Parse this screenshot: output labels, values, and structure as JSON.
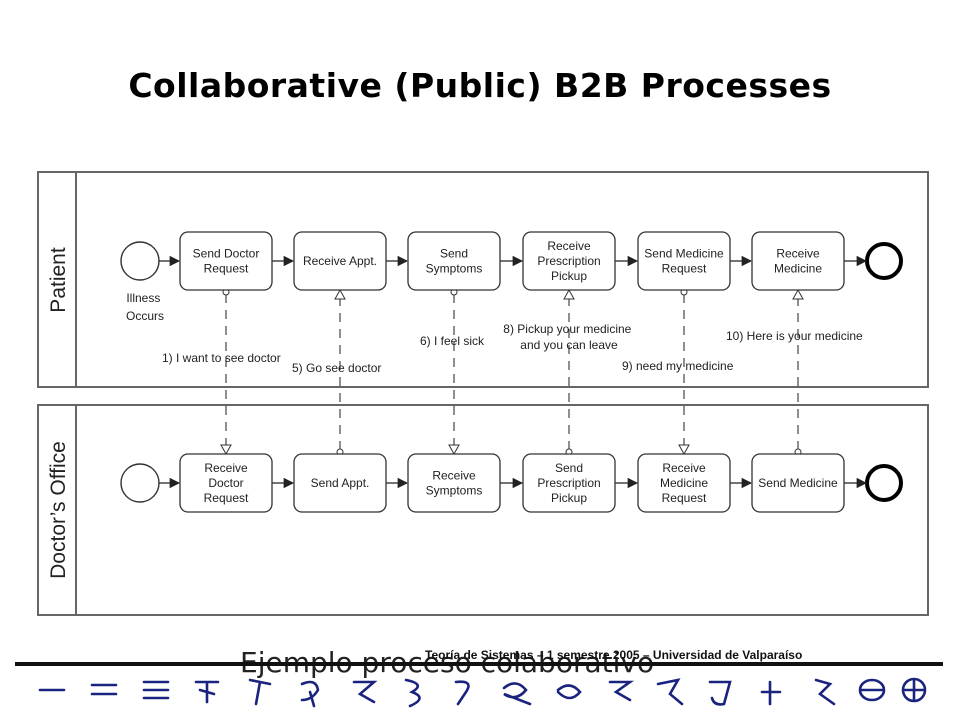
{
  "title": "Collaborative (Public) B2B Processes",
  "lanes": {
    "patient": "Patient",
    "office": "Doctor’s Office"
  },
  "patient_tasks": [
    {
      "lines": [
        "Send Doctor",
        "Request"
      ]
    },
    {
      "lines": [
        "Receive Appt."
      ]
    },
    {
      "lines": [
        "Send",
        "Symptoms"
      ]
    },
    {
      "lines": [
        "Receive",
        "Prescription",
        "Pickup"
      ]
    },
    {
      "lines": [
        "Send Medicine",
        "Request"
      ]
    },
    {
      "lines": [
        "Receive",
        "Medicine"
      ]
    }
  ],
  "office_tasks": [
    {
      "lines": [
        "Receive",
        "Doctor",
        "Request"
      ]
    },
    {
      "lines": [
        "Send Appt."
      ]
    },
    {
      "lines": [
        "Receive",
        "Symptoms"
      ]
    },
    {
      "lines": [
        "Send",
        "Prescription",
        "Pickup"
      ]
    },
    {
      "lines": [
        "Receive",
        "Medicine",
        "Request"
      ]
    },
    {
      "lines": [
        "Send Medicine"
      ]
    }
  ],
  "start_event_label": [
    "Illness",
    "Occurs"
  ],
  "messages": [
    {
      "id": 1,
      "label": "1) I want to see doctor"
    },
    {
      "id": 5,
      "label": "5) Go see doctor"
    },
    {
      "id": 6,
      "label": "6) I feel sick"
    },
    {
      "id": 8,
      "label": [
        "8) Pickup your medicine",
        "and you can leave"
      ]
    },
    {
      "id": 9,
      "label": "9)  need my medicine"
    },
    {
      "id": 10,
      "label": "10) Here is your medicine"
    }
  ],
  "footer": "Teoría de Sistemas – 1 semestre 2005 – Universidad de Valparaíso",
  "caption": "Ejemplo proceso colaborativo"
}
